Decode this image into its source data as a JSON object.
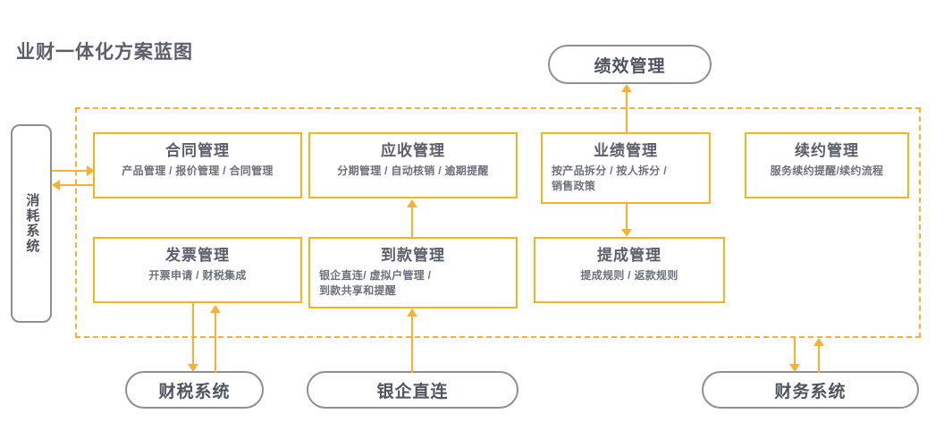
{
  "title": "业财一体化方案蓝图",
  "colors": {
    "accent_orange": "#FBB034",
    "card_border": "#F5B31E",
    "pill_border": "#8d8f95",
    "text_dark": "#5a5f6b",
    "text_sub": "#6c717c",
    "background": "#ffffff"
  },
  "external_systems": {
    "top": {
      "label": "绩效管理"
    },
    "left": {
      "label": "消耗系统"
    },
    "bottom": [
      {
        "label": "财税系统"
      },
      {
        "label": "银企直连"
      },
      {
        "label": "财务系统"
      }
    ]
  },
  "container": {
    "style": "dashed",
    "color": "#FBB034"
  },
  "modules": {
    "row1": [
      {
        "title": "合同管理",
        "subtitle": "产品管理 / 报价管理 / 合同管理",
        "align": "center"
      },
      {
        "title": "应收管理",
        "subtitle": "分期管理 / 自动核销 / 逾期提醒",
        "align": "center"
      },
      {
        "title": "业绩管理",
        "subtitle": "按产品拆分 / 按人拆分 /\n销售政策",
        "align": "left"
      },
      {
        "title": "续约管理",
        "subtitle": "服务续约提醒/续约流程",
        "align": "center"
      }
    ],
    "row2": [
      {
        "title": "发票管理",
        "subtitle": "开票申请 / 财税集成",
        "align": "center"
      },
      {
        "title": "到款管理",
        "subtitle": "银企直连/ 虚拟户管理 /\n到款共享和提醒",
        "align": "left"
      },
      {
        "title": "提成管理",
        "subtitle": "提成规则 / 返款规则",
        "align": "center"
      }
    ]
  },
  "connections": [
    {
      "from": "消耗系统",
      "to": "合同管理",
      "direction": "right"
    },
    {
      "from": "合同管理",
      "to": "消耗系统",
      "direction": "left"
    },
    {
      "from": "到款管理",
      "to": "应收管理",
      "direction": "up"
    },
    {
      "from": "业绩管理",
      "to": "绩效管理",
      "direction": "up"
    },
    {
      "from": "业绩管理",
      "to": "提成管理",
      "direction": "down"
    },
    {
      "from": "发票管理",
      "to": "财税系统",
      "direction": "down"
    },
    {
      "from": "财税系统",
      "to": "发票管理",
      "direction": "up"
    },
    {
      "from": "银企直连",
      "to": "到款管理",
      "direction": "up"
    },
    {
      "from": "续约管理区",
      "to": "财务系统",
      "direction": "down"
    },
    {
      "from": "财务系统",
      "to": "续约管理区",
      "direction": "up"
    }
  ]
}
